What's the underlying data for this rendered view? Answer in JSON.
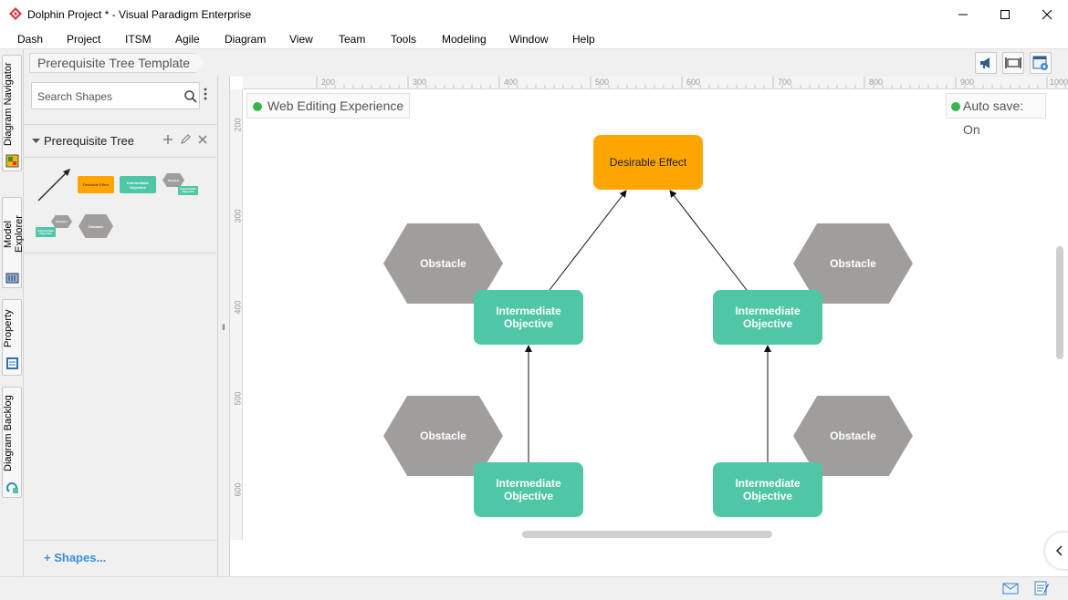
{
  "window": {
    "title": "Dolphin Project * - Visual Paradigm Enterprise",
    "app_icon": "visual-paradigm-logo",
    "controls": [
      "minimize-icon",
      "maximize-icon",
      "close-icon"
    ]
  },
  "menu": [
    "Dash",
    "Project",
    "ITSM",
    "Agile",
    "Diagram",
    "View",
    "Team",
    "Tools",
    "Modeling",
    "Window",
    "Help"
  ],
  "side_tabs": [
    "Diagram Navigator",
    "Model Explorer",
    "Property",
    "Diagram Backlog"
  ],
  "breadcrumb": "Prerequisite Tree Template",
  "toolbar_right": [
    "megaphone-icon",
    "fit-width-icon",
    "diagram-settings-icon"
  ],
  "left_panel": {
    "search_placeholder": "Search Shapes",
    "section_title": "Prerequisite Tree",
    "thumbnails": {
      "effect": "Desirable Effect",
      "objective": "Intermediate Objective",
      "obstacle": "Obstacle"
    },
    "shapes_link": "Shapes..."
  },
  "canvas": {
    "web_editing": "Web Editing Experience",
    "autosave": "Auto save: On",
    "ruler_top": [
      "200",
      "300",
      "400",
      "500",
      "600",
      "700",
      "800",
      "900",
      "1000"
    ],
    "ruler_left": [
      "200",
      "300",
      "400",
      "500",
      "600"
    ],
    "nodes": {
      "effect": "Desirable Effect",
      "obstacle_tl": "Obstacle",
      "obstacle_tr": "Obstacle",
      "obstacle_bl": "Obstacle",
      "obstacle_br": "Obstacle",
      "obj_tl": "Intermediate Objective",
      "obj_tr": "Intermediate Objective",
      "obj_bl": "Intermediate Objective",
      "obj_br": "Intermediate Objective"
    },
    "colors": {
      "effect": "#ffa500",
      "objective": "#4fc6a6",
      "obstacle": "#a09e9d"
    }
  }
}
